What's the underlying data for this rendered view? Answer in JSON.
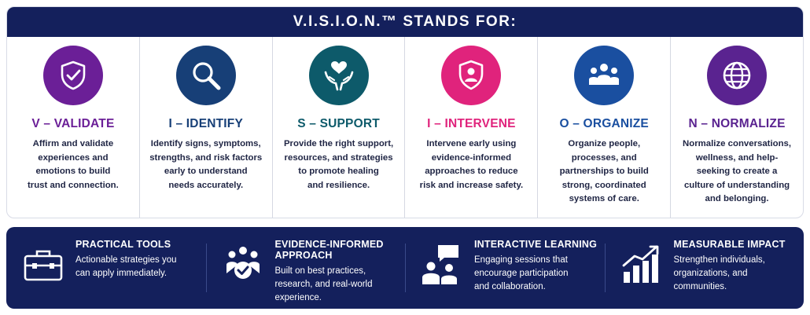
{
  "banner": {
    "title": "V.I.S.I.O.N.™ STANDS FOR:"
  },
  "pillars": [
    {
      "title": "V – VALIDATE",
      "desc": "Affirm and validate\nexperiences and\nemotions to build\ntrust and connection.",
      "color": "#6b1f97",
      "icon": "shield-check-icon"
    },
    {
      "title": "I – IDENTIFY",
      "desc": "Identify signs, symptoms,\nstrengths, and risk factors\nearly to understand\nneeds accurately.",
      "color": "#173f77",
      "icon": "magnifier-icon"
    },
    {
      "title": "S – SUPPORT",
      "desc": "Provide the right support,\nresources, and strategies\nto promote healing\nand resilience.",
      "color": "#0d5a6a",
      "icon": "hands-heart-icon"
    },
    {
      "title": "I – INTERVENE",
      "desc": "Intervene early using\nevidence-informed\napproaches to reduce\nrisk and increase safety.",
      "color": "#e0237c",
      "icon": "shield-person-icon"
    },
    {
      "title": "O – ORGANIZE",
      "desc": "Organize people,\nprocesses, and\npartnerships to build\nstrong, coordinated\nsystems of care.",
      "color": "#1a4fa0",
      "icon": "group-people-icon"
    },
    {
      "title": "N – NORMALIZE",
      "desc": "Normalize conversations,\nwellness, and help-\nseeking to create a\nculture of understanding\nand belonging.",
      "color": "#5a2390",
      "icon": "globe-icon"
    }
  ],
  "features": [
    {
      "title": "PRACTICAL TOOLS",
      "desc": "Actionable strategies you\ncan apply immediately.",
      "icon": "toolbox-icon"
    },
    {
      "title": "EVIDENCE-INFORMED APPROACH",
      "desc": "Built on best practices,\nresearch, and real-world\nexperience.",
      "icon": "team-check-icon"
    },
    {
      "title": "INTERACTIVE LEARNING",
      "desc": "Engaging sessions that\nencourage participation\nand collaboration.",
      "icon": "chat-people-icon"
    },
    {
      "title": "MEASURABLE IMPACT",
      "desc": "Strengthen individuals,\norganizations, and\ncommunities.",
      "icon": "growth-chart-icon"
    }
  ],
  "colors": {
    "navy": "#14205c",
    "text": "#1f2544"
  }
}
